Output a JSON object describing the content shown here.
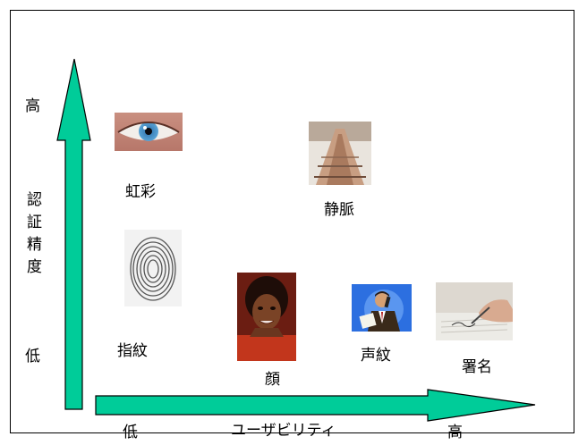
{
  "axes": {
    "y_label": "認証精度",
    "y_high": "高",
    "y_low": "低",
    "x_label": "ユーザビリティ",
    "x_low": "低",
    "x_high": "高",
    "arrow_color": "#00CC99"
  },
  "items": [
    {
      "id": "iris",
      "label": "虹彩",
      "image": "eye-photo"
    },
    {
      "id": "vein",
      "label": "静脈",
      "image": "hands-photo"
    },
    {
      "id": "fingerprint",
      "label": "指紋",
      "image": "fingerprint-photo"
    },
    {
      "id": "face",
      "label": "顔",
      "image": "face-photo"
    },
    {
      "id": "voice",
      "label": "声紋",
      "image": "businessman-phone-clipart"
    },
    {
      "id": "signature",
      "label": "署名",
      "image": "signing-hand-photo"
    }
  ]
}
